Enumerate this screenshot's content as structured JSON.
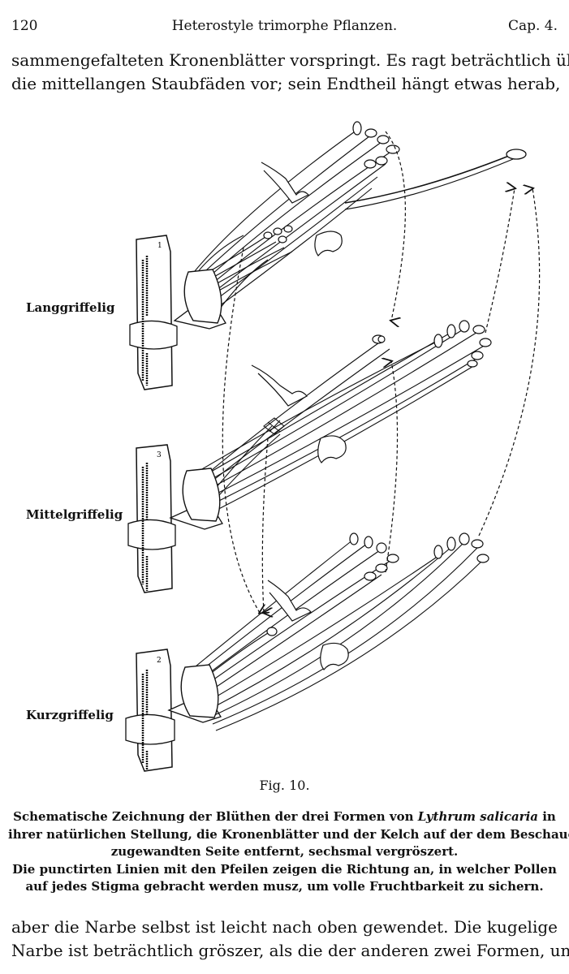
{
  "header": {
    "page_number": "120",
    "running_title": "Heterostyle trimorphe Pflanzen.",
    "chapter": "Cap. 4."
  },
  "top_text": [
    "sammengefalteten Kronenblätter vorspringt. Es ragt beträchtlich über",
    "die mittellangen Staubfäden vor; sein Endtheil hängt etwas herab,"
  ],
  "figure": {
    "labels": {
      "long": "Langgriffelig",
      "mid": "Mittelgriffelig",
      "short": "Kurzgriffelig"
    },
    "stem_marks": [
      "1",
      "3",
      "2"
    ],
    "fig_number": "Fig. 10."
  },
  "caption": {
    "line1_pre": "Schematische Zeichnung der Blüthen der drei Formen von ",
    "line1_species": "Lythrum salicaria",
    "line1_post": " in",
    "line2": "ihrer natürlichen Stellung, die Kronenblätter und der Kelch auf der dem Beschauer",
    "line3": "zugewandten Seite entfernt, sechsmal vergröszert.",
    "line4": "Die punctirten Linien mit den Pfeilen zeigen die Richtung an, in welcher Pollen",
    "line5": "auf jedes Stigma gebracht werden musz, um volle Fruchtbarkeit zu sichern."
  },
  "bottom_text": [
    "aber die Narbe selbst ist leicht nach oben gewendet. Die kugelige",
    "Narbe ist beträchtlich gröszer, als die der anderen zwei Formen, und"
  ]
}
